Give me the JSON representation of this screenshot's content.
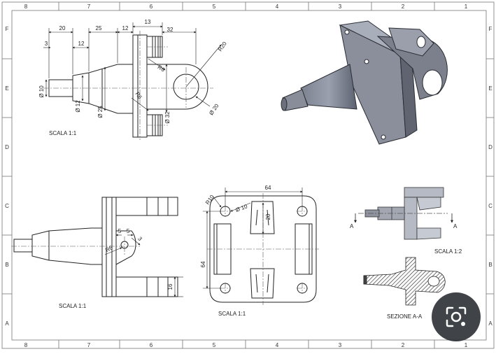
{
  "frame": {
    "cols_top": [
      "8",
      "7",
      "6",
      "5",
      "4",
      "3",
      "2",
      "1"
    ],
    "cols_bottom": [
      "8",
      "7",
      "6",
      "5",
      "4",
      "3",
      "2",
      "1"
    ],
    "rows_left": [
      "F",
      "E",
      "D",
      "C",
      "B",
      "A"
    ],
    "rows_right": [
      "F",
      "E",
      "D",
      "C",
      "B",
      "A"
    ]
  },
  "views": {
    "front_top": {
      "scale": "SCALA 1:1",
      "dims": {
        "d20": "20",
        "d25": "25",
        "d12a": "12",
        "d13": "13",
        "d32": "32",
        "d3": "3",
        "d12b": "12",
        "r20": "R20",
        "r6a": "R6",
        "r6b": "R6",
        "phi10": "Ø 10",
        "phi12": "Ø 12",
        "phi25": "Ø 25",
        "phi32": "Ø 32",
        "phi20": "Ø 20"
      }
    },
    "side_bottom": {
      "scale": "SCALA 1:1",
      "dims": {
        "d5a": "5",
        "d5b": "5",
        "r6": "R6",
        "d16": "16",
        "d3": "3"
      }
    },
    "plan": {
      "scale": "SCALA 1:1",
      "dims": {
        "d64w": "64",
        "d64h": "64",
        "r10": "R10",
        "phi10": "Ø 10",
        "d20": "20"
      }
    },
    "small": {
      "scale": "SCALA 1:2",
      "section_letter_left": "A",
      "section_letter_right": "A"
    },
    "section": {
      "label": "SEZIONE A-A"
    }
  },
  "overlay": {
    "icon": "visual-search-icon"
  }
}
